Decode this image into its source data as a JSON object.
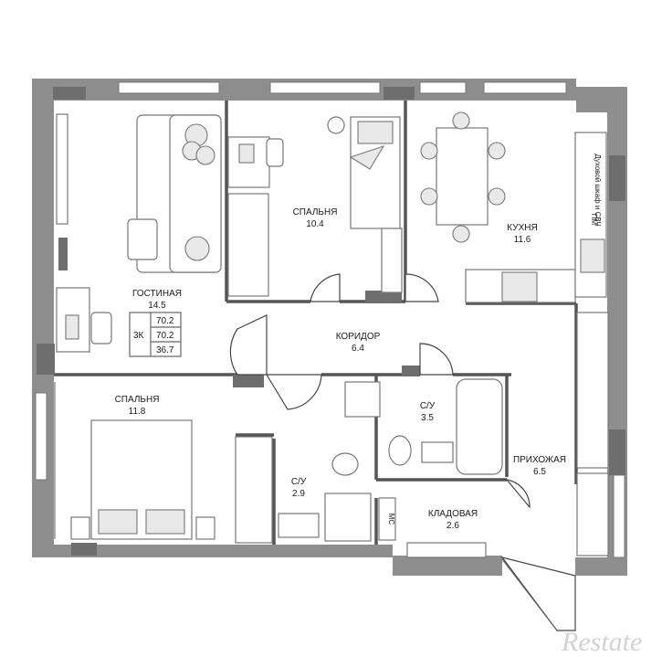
{
  "rooms": {
    "living": {
      "name": "ГОСТИНАЯ",
      "area": "14.5"
    },
    "bedroom1": {
      "name": "СПАЛЬНЯ",
      "area": "10.4"
    },
    "kitchen": {
      "name": "КУХНЯ",
      "area": "11.6"
    },
    "corridor": {
      "name": "КОРИДОР",
      "area": "6.4"
    },
    "bedroom2": {
      "name": "СПАЛЬНЯ",
      "area": "11.8"
    },
    "bath1": {
      "name": "С/У",
      "area": "3.5"
    },
    "bath2": {
      "name": "С/У",
      "area": "2.9"
    },
    "hallway": {
      "name": "ПРИХОЖАЯ",
      "area": "6.5"
    },
    "storage": {
      "name": "КЛАДОВАЯ",
      "area": "2.6"
    }
  },
  "area_table": {
    "rooms_count": "3К",
    "row1": "70.2",
    "row2": "70.2",
    "row3": "36.7"
  },
  "fixtures": {
    "oven_label": "Духовой шкаф и СВЧ",
    "dishwasher_label": "ПМ",
    "washer_label": "МС"
  },
  "watermark": "Restate"
}
